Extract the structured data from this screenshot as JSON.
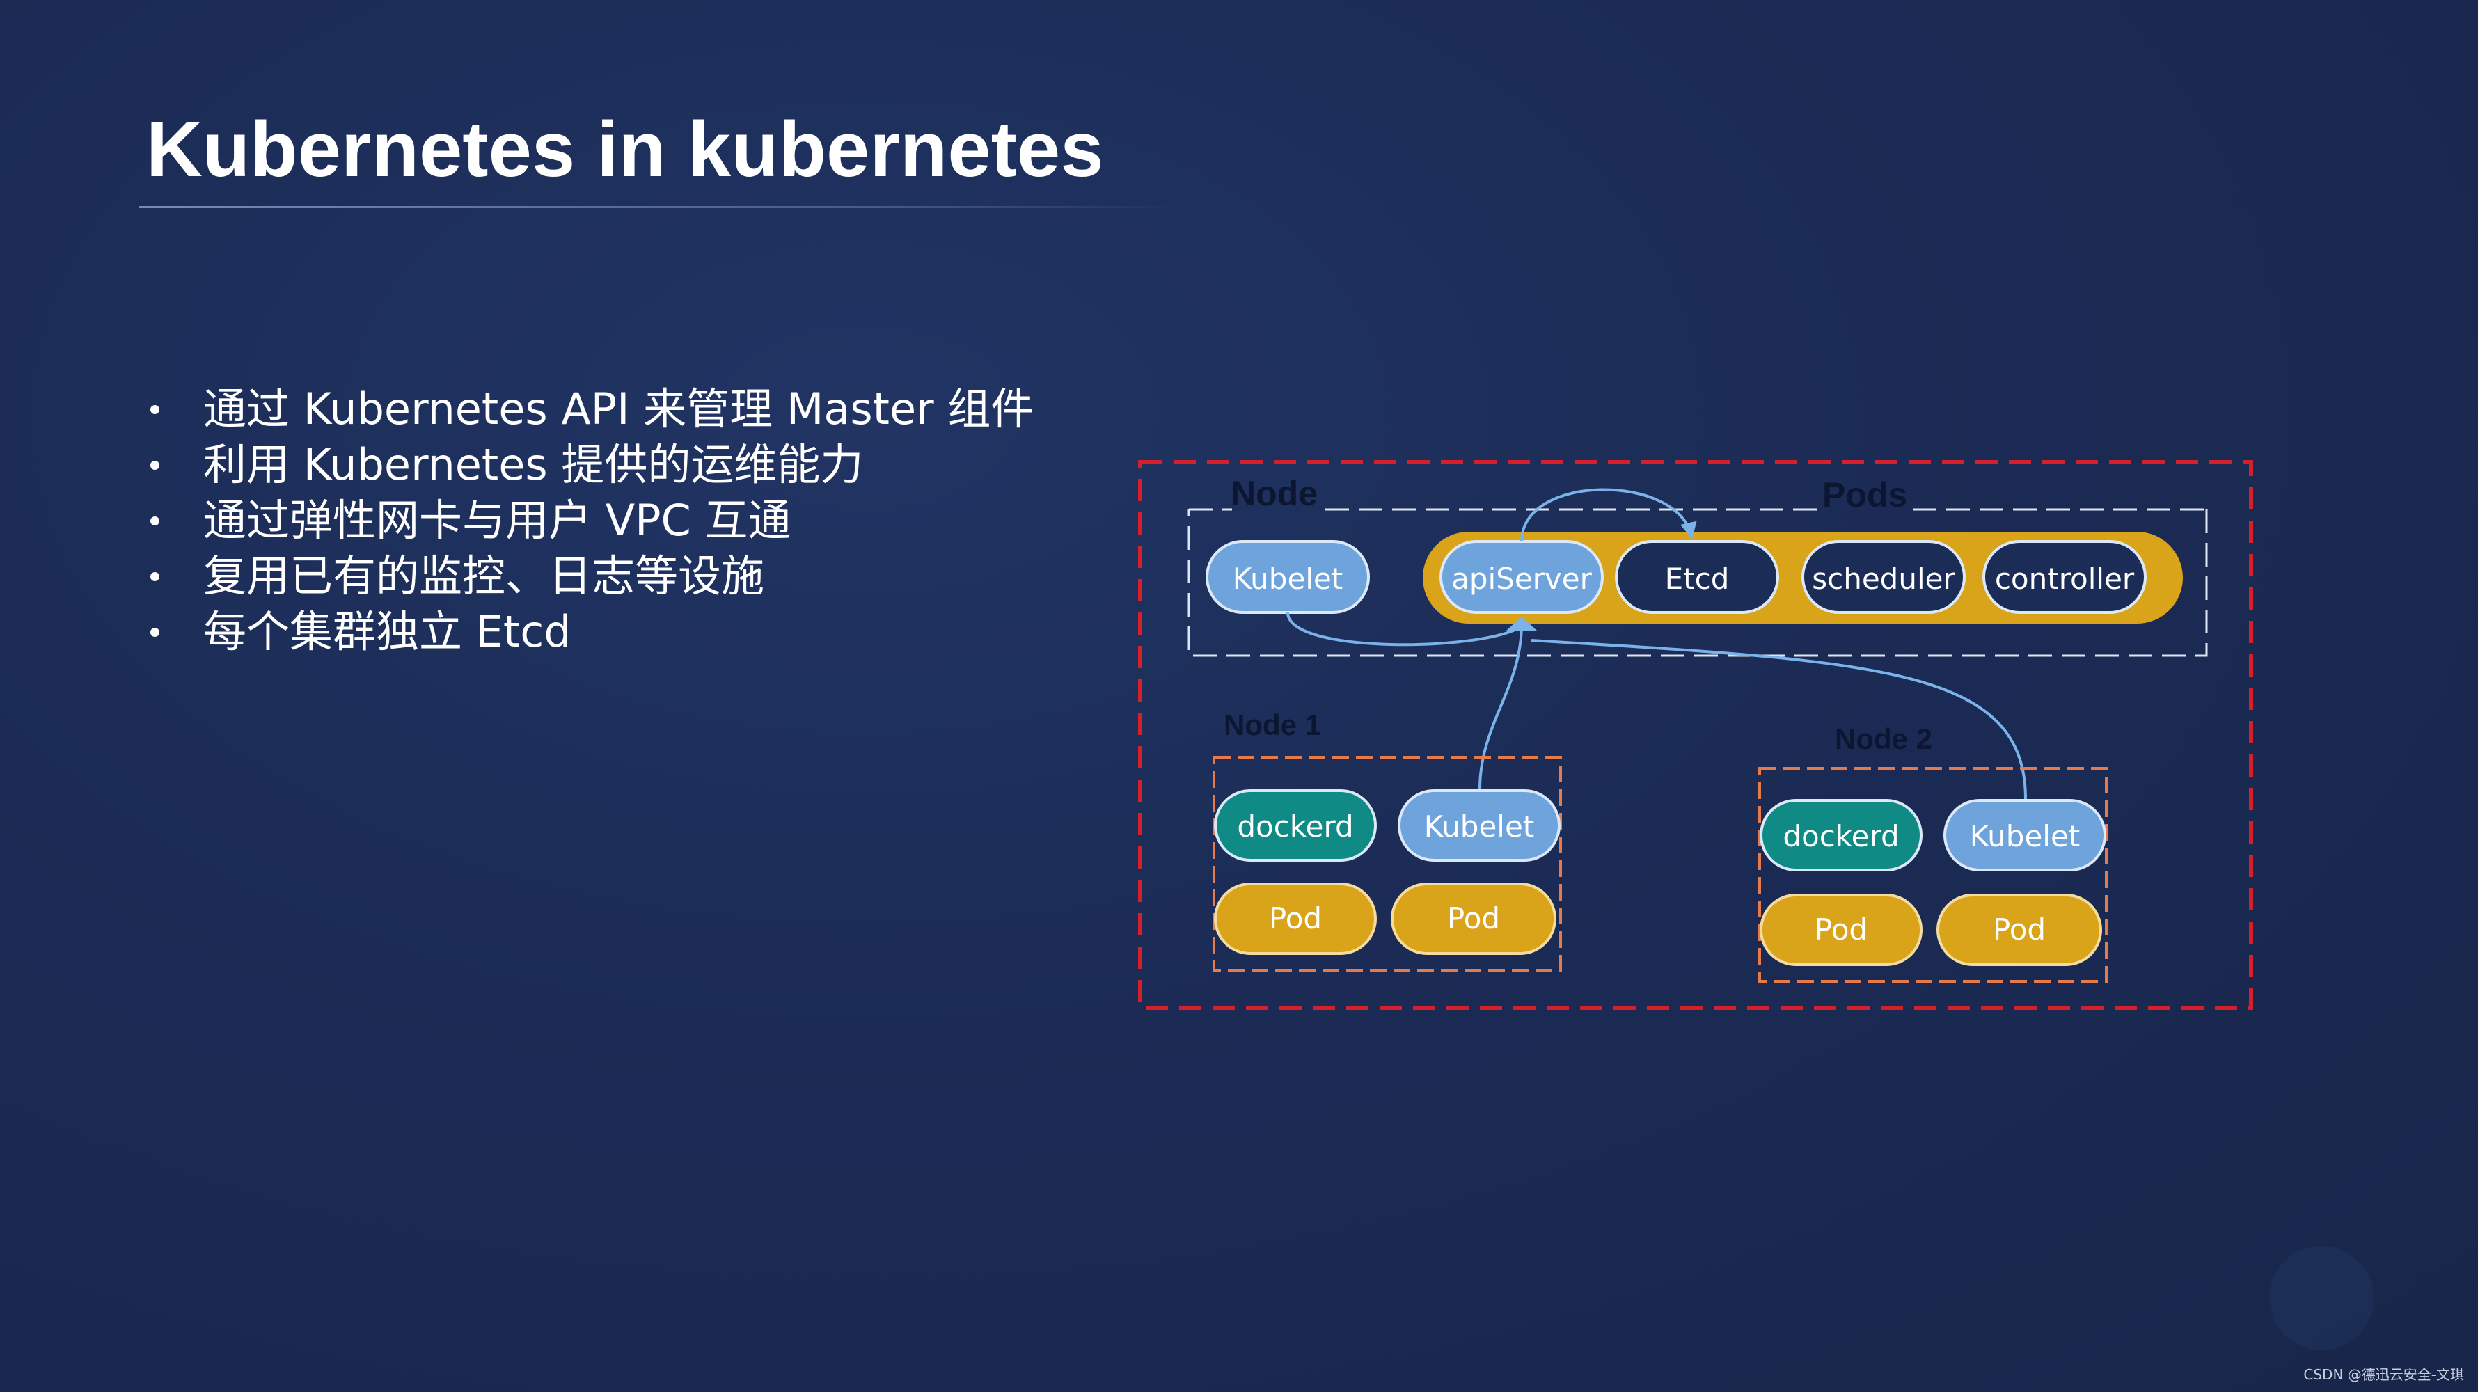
{
  "slide": {
    "title": "Kubernetes in kubernetes",
    "bullets": [
      "通过 Kubernetes API 来管理 Master 组件",
      "利用 Kubernetes 提供的运维能力",
      "通过弹性网卡与用户 VPC 互通",
      "复用已有的监控、日志等设施",
      "每个集群独立 Etcd"
    ]
  },
  "diagram": {
    "top_group": {
      "node_label": "Node",
      "pods_label": "Pods",
      "kubelet": "Kubelet",
      "components": [
        "apiServer",
        "Etcd",
        "scheduler",
        "controller"
      ]
    },
    "node1": {
      "label": "Node 1",
      "dockerd": "dockerd",
      "kubelet": "Kubelet",
      "pods": [
        "Pod",
        "Pod"
      ]
    },
    "node2": {
      "label": "Node 2",
      "dockerd": "dockerd",
      "kubelet": "Kubelet",
      "pods": [
        "Pod",
        "Pod"
      ]
    }
  },
  "footer": {
    "watermark": "CSDN @德迅云安全-文琪"
  },
  "colors": {
    "background": "#1b2a52",
    "outer_border": "#d5202c",
    "node_border": "#e57a4a",
    "kubelet_blue": "#6ea3dc",
    "dark_pill": "#1b2c57",
    "pods_bar": "#d9a41a",
    "dockerd_teal": "#0f8a84",
    "pod_gold": "#d9a41a",
    "arrow": "#7ab2ea"
  }
}
